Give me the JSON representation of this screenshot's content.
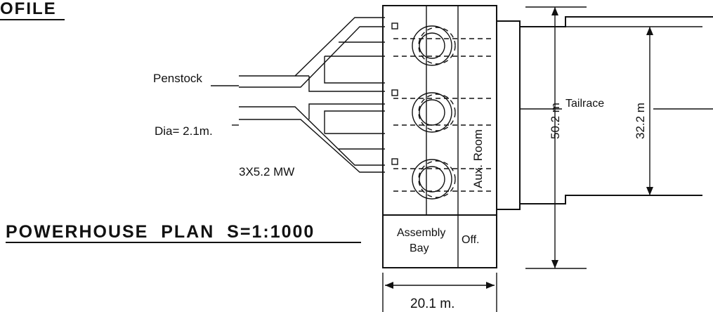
{
  "heading_top": "OFILE",
  "plan_title": "POWERHOUSE  PLAN  S=1:1000",
  "labels": {
    "penstock": "Penstock",
    "diameter": "Dia= 2.1m.",
    "units": "3X5.2 MW",
    "aux_room": "Aux. Room",
    "tailrace": "Tailrace",
    "assembly_bay_line1": "Assembly",
    "assembly_bay_line2": "Bay",
    "office": "Off."
  },
  "dimensions": {
    "length_outer": "50.2 m",
    "length_inner": "32.2 m",
    "width": "20.1 m."
  },
  "colors": {
    "ink": "#111111",
    "paper": "#ffffff"
  }
}
